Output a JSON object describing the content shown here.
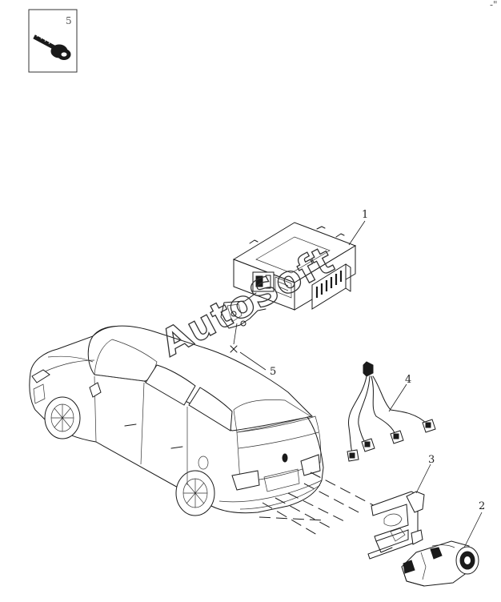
{
  "inset": {
    "label": "5"
  },
  "corner_mark": "-\"",
  "watermark": "AutoSoft",
  "callouts": [
    {
      "id": "1",
      "label": "1"
    },
    {
      "id": "2",
      "label": "2"
    },
    {
      "id": "3",
      "label": "3"
    },
    {
      "id": "4",
      "label": "4"
    },
    {
      "id": "5",
      "label": "5"
    }
  ]
}
